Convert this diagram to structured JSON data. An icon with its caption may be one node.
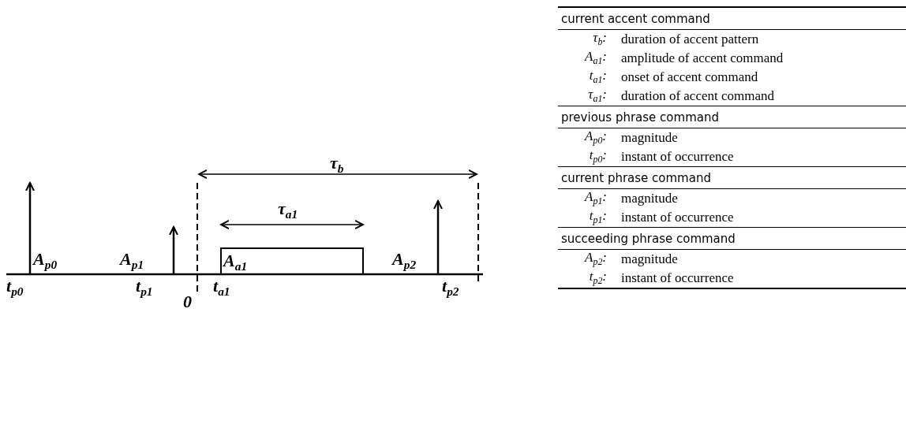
{
  "diagram": {
    "labels": [
      "τ$_{b}$",
      "τ$_{a1}$",
      "A$_{p0}$",
      "A$_{p1}$",
      "A$_{a1}$",
      "A$_{p2}$",
      "t$_{p0}$",
      "t$_{p1}$",
      "t$_{a1}$",
      "0",
      "t$_{p2}$",
      "current accent command",
      "τ$_{b}$:",
      "duration of accent pattern",
      "A$_{a1}$:",
      "amplitude of accent command",
      "t$_{a1}$:",
      "onset of accent command",
      "τ$_{a1}$:",
      "duration of accent command",
      "previous phrase command",
      "A$_{p0}$:",
      "magnitude",
      "t$_{p0}$:",
      "instant of occurrence",
      "current phrase command",
      "A$_{p1}$:",
      "magnitude",
      "t$_{p1}$:",
      "instant of occurrence",
      "succeeding phrase command",
      "A$_{p2}$:",
      "magnitude",
      "t$_{p2}$:",
      "instant of occurrence"
    ]
  }
}
